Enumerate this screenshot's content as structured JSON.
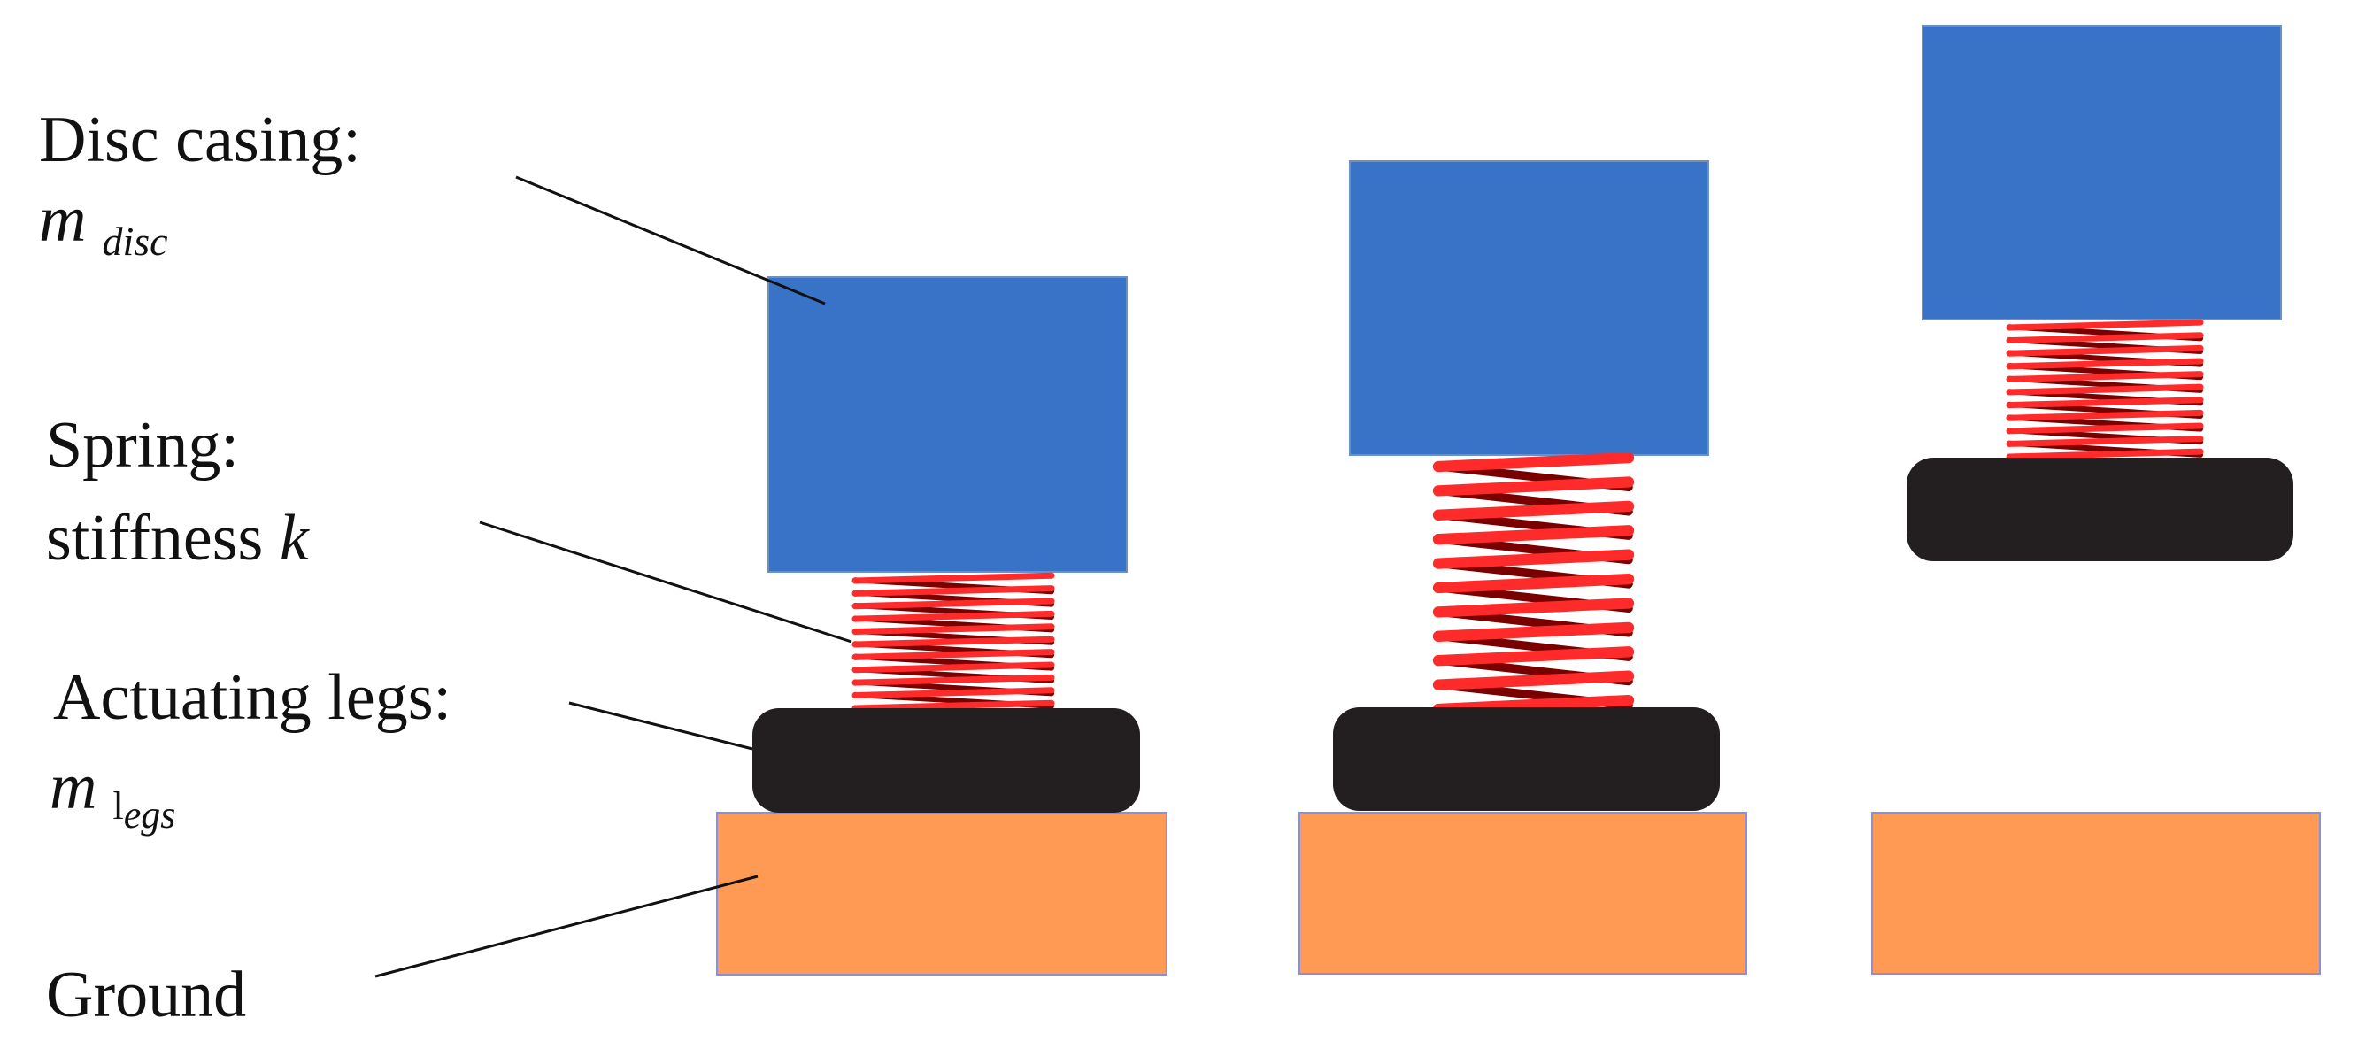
{
  "labels": {
    "disc_casing_title": "Disc casing:",
    "disc_casing_symbol": "m",
    "disc_casing_subscript": "disc",
    "spring_title": "Spring:",
    "spring_stiffness_prefix": "stiffness ",
    "spring_stiffness_symbol": "k",
    "legs_title": "Actuating legs:",
    "legs_symbol": "m",
    "legs_subscript_prefix": "l",
    "legs_subscript": "egs",
    "ground_title": "Ground"
  },
  "colors": {
    "disc": "#3873C8",
    "disc_edge": "#6D8FC4",
    "spring_light": "#FF2A2A",
    "spring_dark": "#7A0000",
    "legs": "#231F20",
    "ground": "#FF9A55",
    "ground_edge": "#8A8FD8",
    "leader": "#111111"
  },
  "stages": [
    {
      "name": "stage-1-compressed-on-ground",
      "spring_state": "compressed",
      "legs_on_ground": true
    },
    {
      "name": "stage-2-extended-on-ground",
      "spring_state": "extended",
      "legs_on_ground": true
    },
    {
      "name": "stage-3-compressed-airborne",
      "spring_state": "compressed",
      "legs_on_ground": false
    }
  ]
}
